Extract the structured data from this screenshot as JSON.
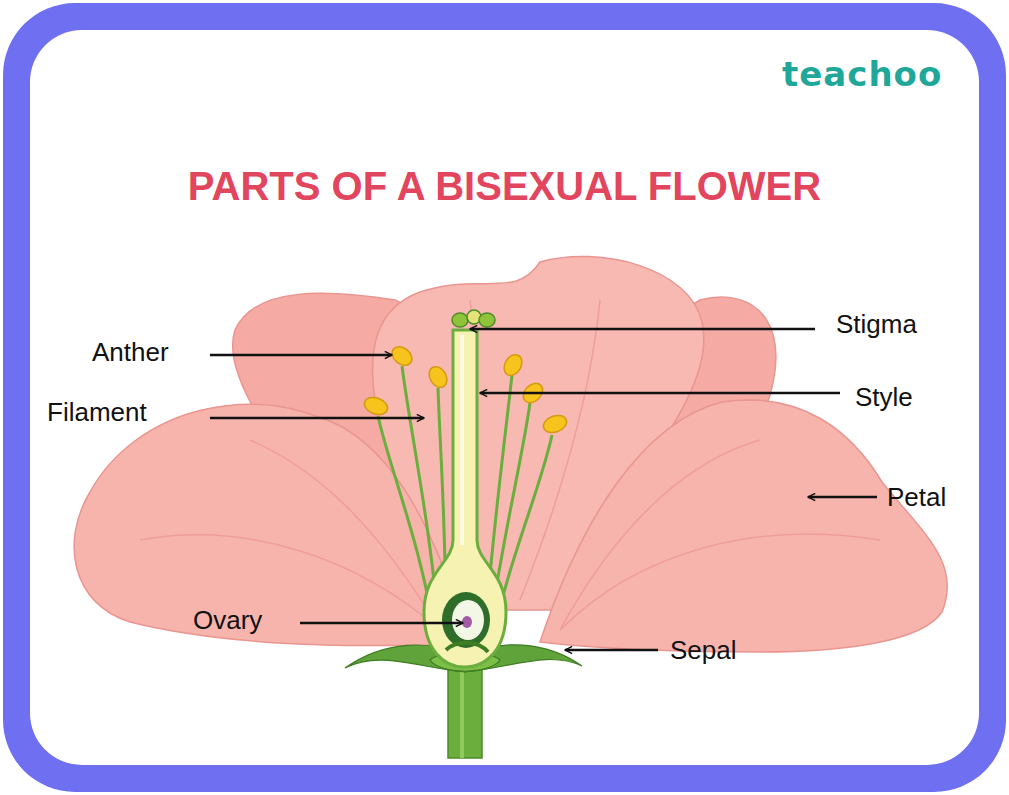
{
  "diagram": {
    "title": "PARTS OF A BISEXUAL FLOWER",
    "labels": [
      "teachoo",
      "Stigma",
      "Anther",
      "Style",
      "Filament",
      "Petal",
      "Ovary",
      "Sepal"
    ]
  }
}
